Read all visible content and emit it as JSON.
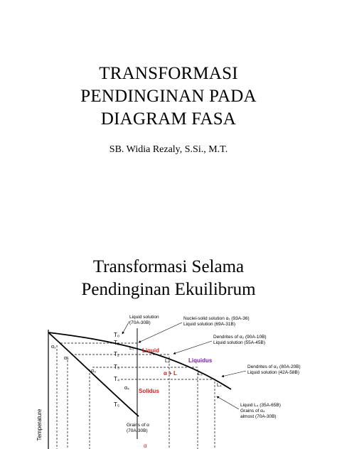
{
  "slide1": {
    "title_lines": [
      "TRANSFORMASI",
      "PENDINGINAN PADA",
      "DIAGRAM FASA"
    ],
    "author": "SB. Widia Rezaly, S.Si., M.T."
  },
  "slide2": {
    "title_lines": [
      "Transformasi Selama",
      "Pendinginan Ekuilibrum"
    ],
    "diagram": {
      "y_axis_label": "Temperature",
      "temps": [
        "T₀",
        "T₁",
        "T₂",
        "T₃",
        "T₄",
        "T₅"
      ],
      "alphas": [
        "α₁",
        "α₂",
        "α₃",
        "α₄"
      ],
      "liquid_points": [
        "L₁",
        "L₂",
        "L₃",
        "L₄"
      ],
      "region_liquid": "Liquid",
      "region_two_phase": "α + L",
      "curve_liquidus": "Liquidus",
      "curve_solidus": "Solidus",
      "alpha_phase": "α",
      "annotations": {
        "liquid_solution": [
          "Liquid solution",
          "(70A-30B)"
        ],
        "nuclei": [
          "Nuclei-solid solution α₁ (93A-36)",
          "Liquid solution (69A-31B)"
        ],
        "dendrites1": [
          "Dendrites of α₂ (90A-10B)",
          "Liquid solution (55A-45B)"
        ],
        "dendrites2": [
          "Dendrites of α₃ (80A-20B)",
          "Liquid solution (42A-58B)"
        ],
        "grains_left": [
          "Grains of α",
          "(70A-30B)"
        ],
        "grains_right": [
          "Liquid L₄ (35A-65B)",
          "Grains of α₄",
          "almost (70A-30B)"
        ]
      }
    }
  },
  "colors": {
    "red_label": "#d42020",
    "purple_label": "#7a1fa0",
    "line": "#000000"
  }
}
